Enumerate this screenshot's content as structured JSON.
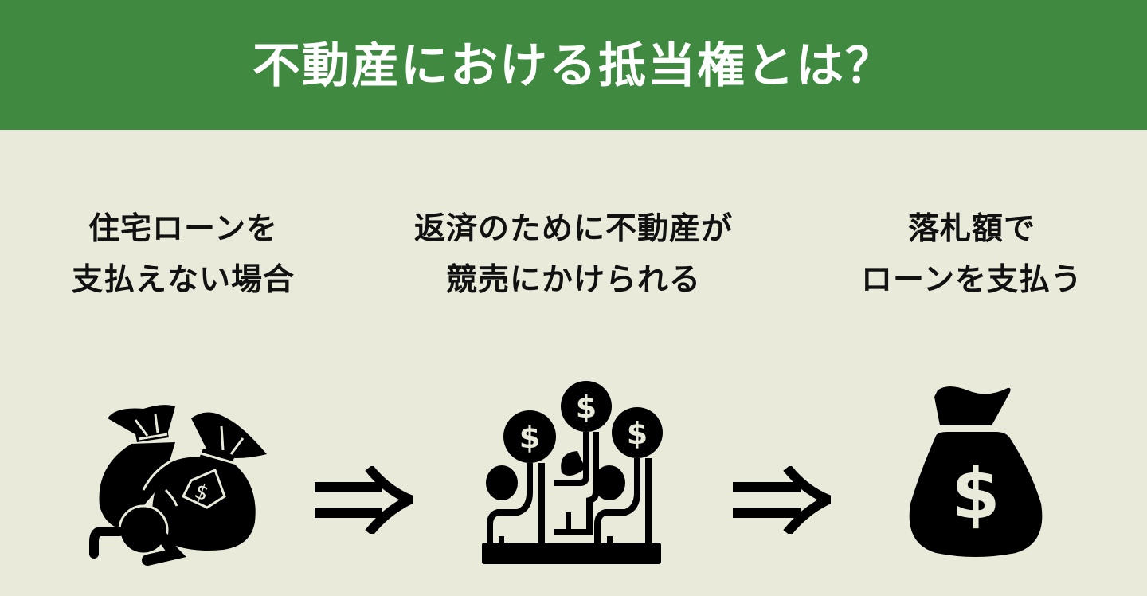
{
  "header": {
    "title": "不動産における抵当権とは？",
    "background_color": "#3f8a40",
    "text_color": "#ffffff"
  },
  "background_color": "#eaeadb",
  "steps": [
    {
      "line1": "住宅ローンを",
      "line2": "支払えない場合",
      "icon": "person-crushed-by-money-bags-icon"
    },
    {
      "line1": "返済のために不動産が",
      "line2": "競売にかけられる",
      "icon": "auction-bidders-icon"
    },
    {
      "line1": "落札額で",
      "line2": "ローンを支払う",
      "icon": "money-bag-icon"
    }
  ],
  "connectors": [
    {
      "symbol": "⇒",
      "icon": "double-arrow-right-icon"
    },
    {
      "symbol": "⇒",
      "icon": "double-arrow-right-icon"
    }
  ]
}
